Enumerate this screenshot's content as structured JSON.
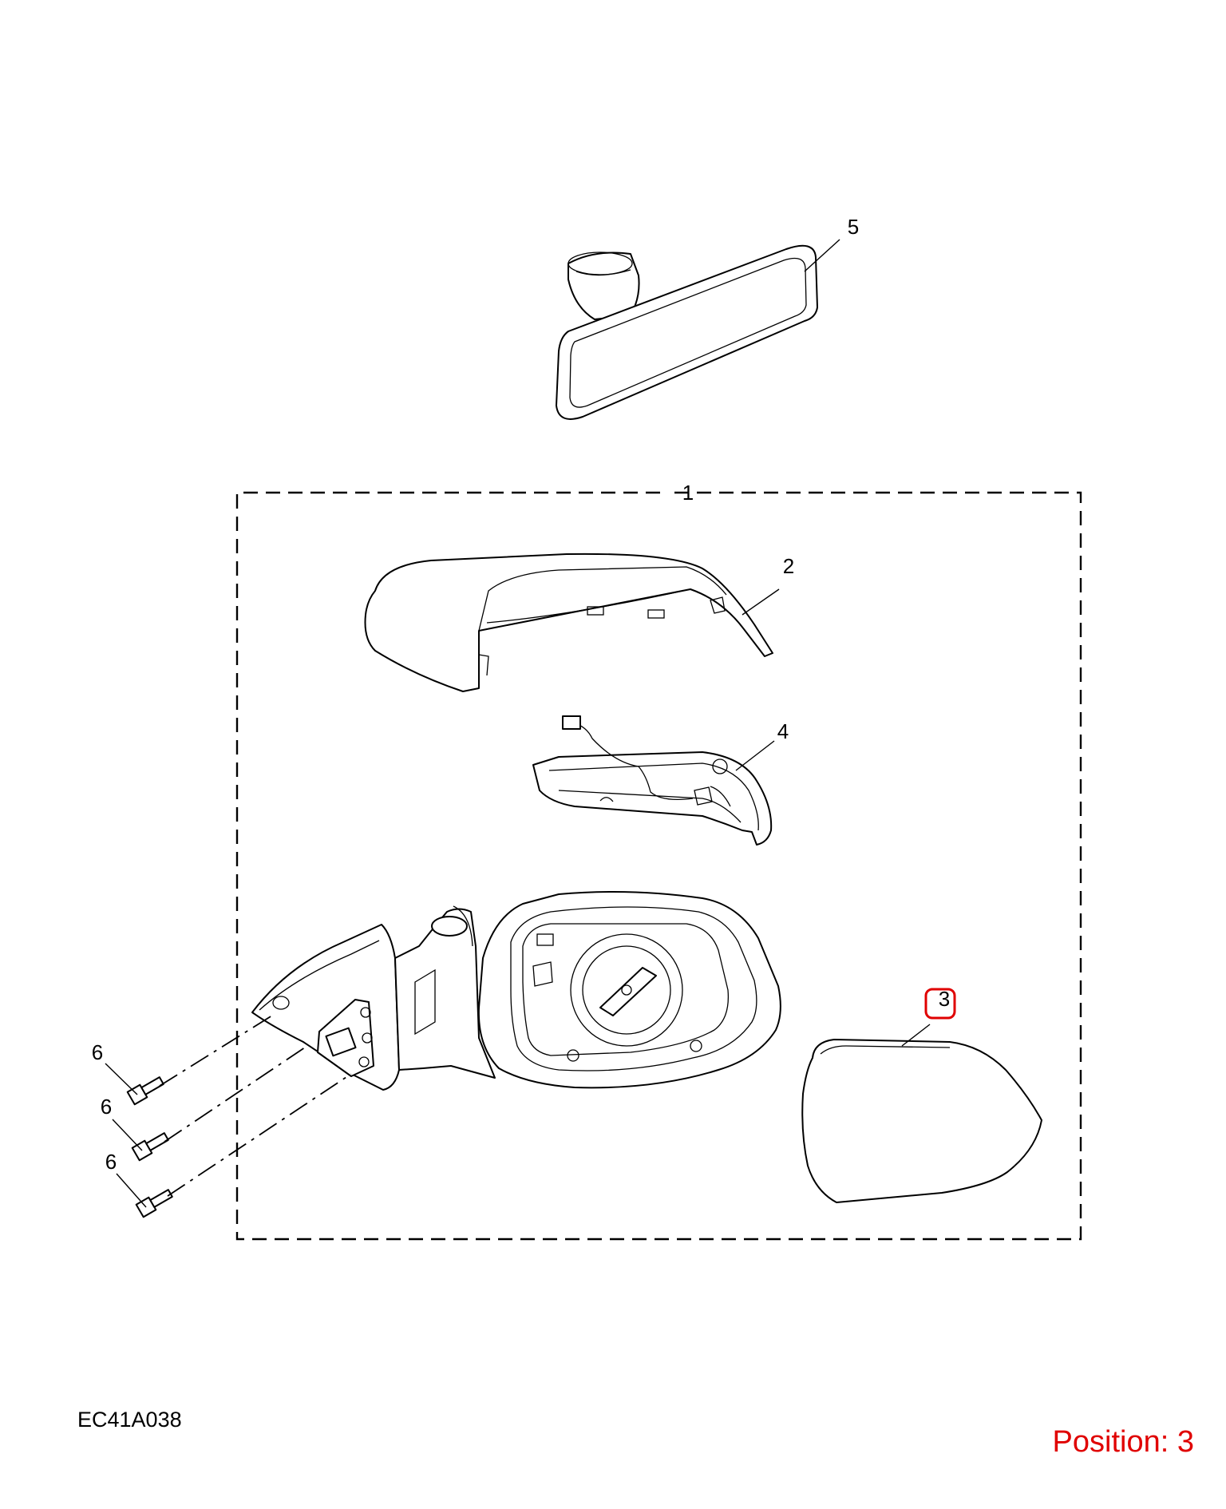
{
  "callouts": {
    "c1": "1",
    "c2": "2",
    "c3": "3",
    "c4": "4",
    "c5": "5",
    "c6a": "6",
    "c6b": "6",
    "c6c": "6"
  },
  "drawing_code": "EC41A038",
  "position_label": "Position: 3",
  "colors": {
    "highlight": "#e00000",
    "line": "#000000"
  },
  "icons": {
    "part-5": "interior-rear-view-mirror-icon",
    "part-2": "mirror-cover-cap-icon",
    "part-4": "side-indicator-lamp-icon",
    "part-housing": "exterior-mirror-housing-icon",
    "part-3": "mirror-glass-icon",
    "part-6": "screw-icon"
  }
}
